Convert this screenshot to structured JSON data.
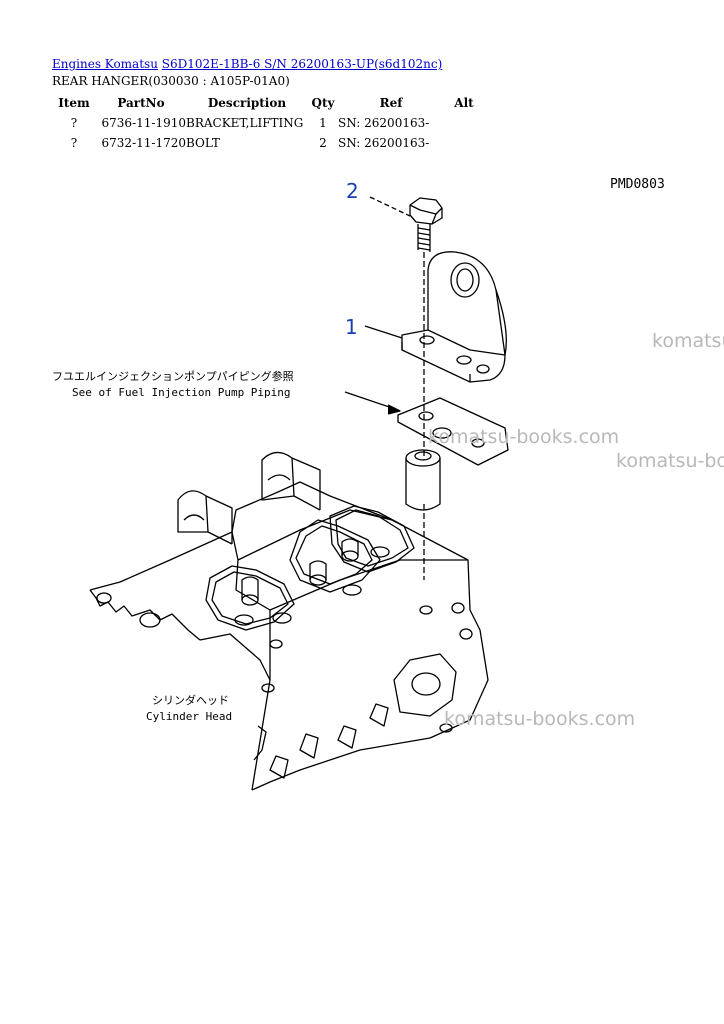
{
  "breadcrumb": {
    "link1": "Engines Komatsu",
    "link2": "S6D102E-1BB-6 S/N 26200163-UP(s6d102nc)"
  },
  "subtitle": "REAR HANGER(030030 : A105P-01A0)",
  "table": {
    "headers": [
      "Item",
      "PartNo",
      "Description",
      "Qty",
      "Ref",
      "Alt"
    ],
    "rows": [
      {
        "item": "?",
        "part": "6736-11-1910",
        "desc": "BRACKET,LIFTING",
        "qty": "1",
        "ref": "SN: 26200163-",
        "alt": ""
      },
      {
        "item": "?",
        "part": "6732-11-1720",
        "desc": "BOLT",
        "qty": "2",
        "ref": "SN: 26200163-",
        "alt": ""
      }
    ]
  },
  "drawing": {
    "code": "PMD0803",
    "callout_2": "2",
    "callout_1": "1",
    "note_jp": "フユエルインジェクションポンプパイピング参照",
    "note_en": "See of Fuel Injection Pump Piping",
    "head_jp": "シリンダヘッド",
    "head_en": "Cylinder Head",
    "callout_color": "#1a3fb0"
  },
  "watermarks": {
    "w1": "komatsu-books.com",
    "w2": "komatsu-books.com",
    "w3": "komatsu-books.com",
    "w4": "komatsu-books.com"
  }
}
